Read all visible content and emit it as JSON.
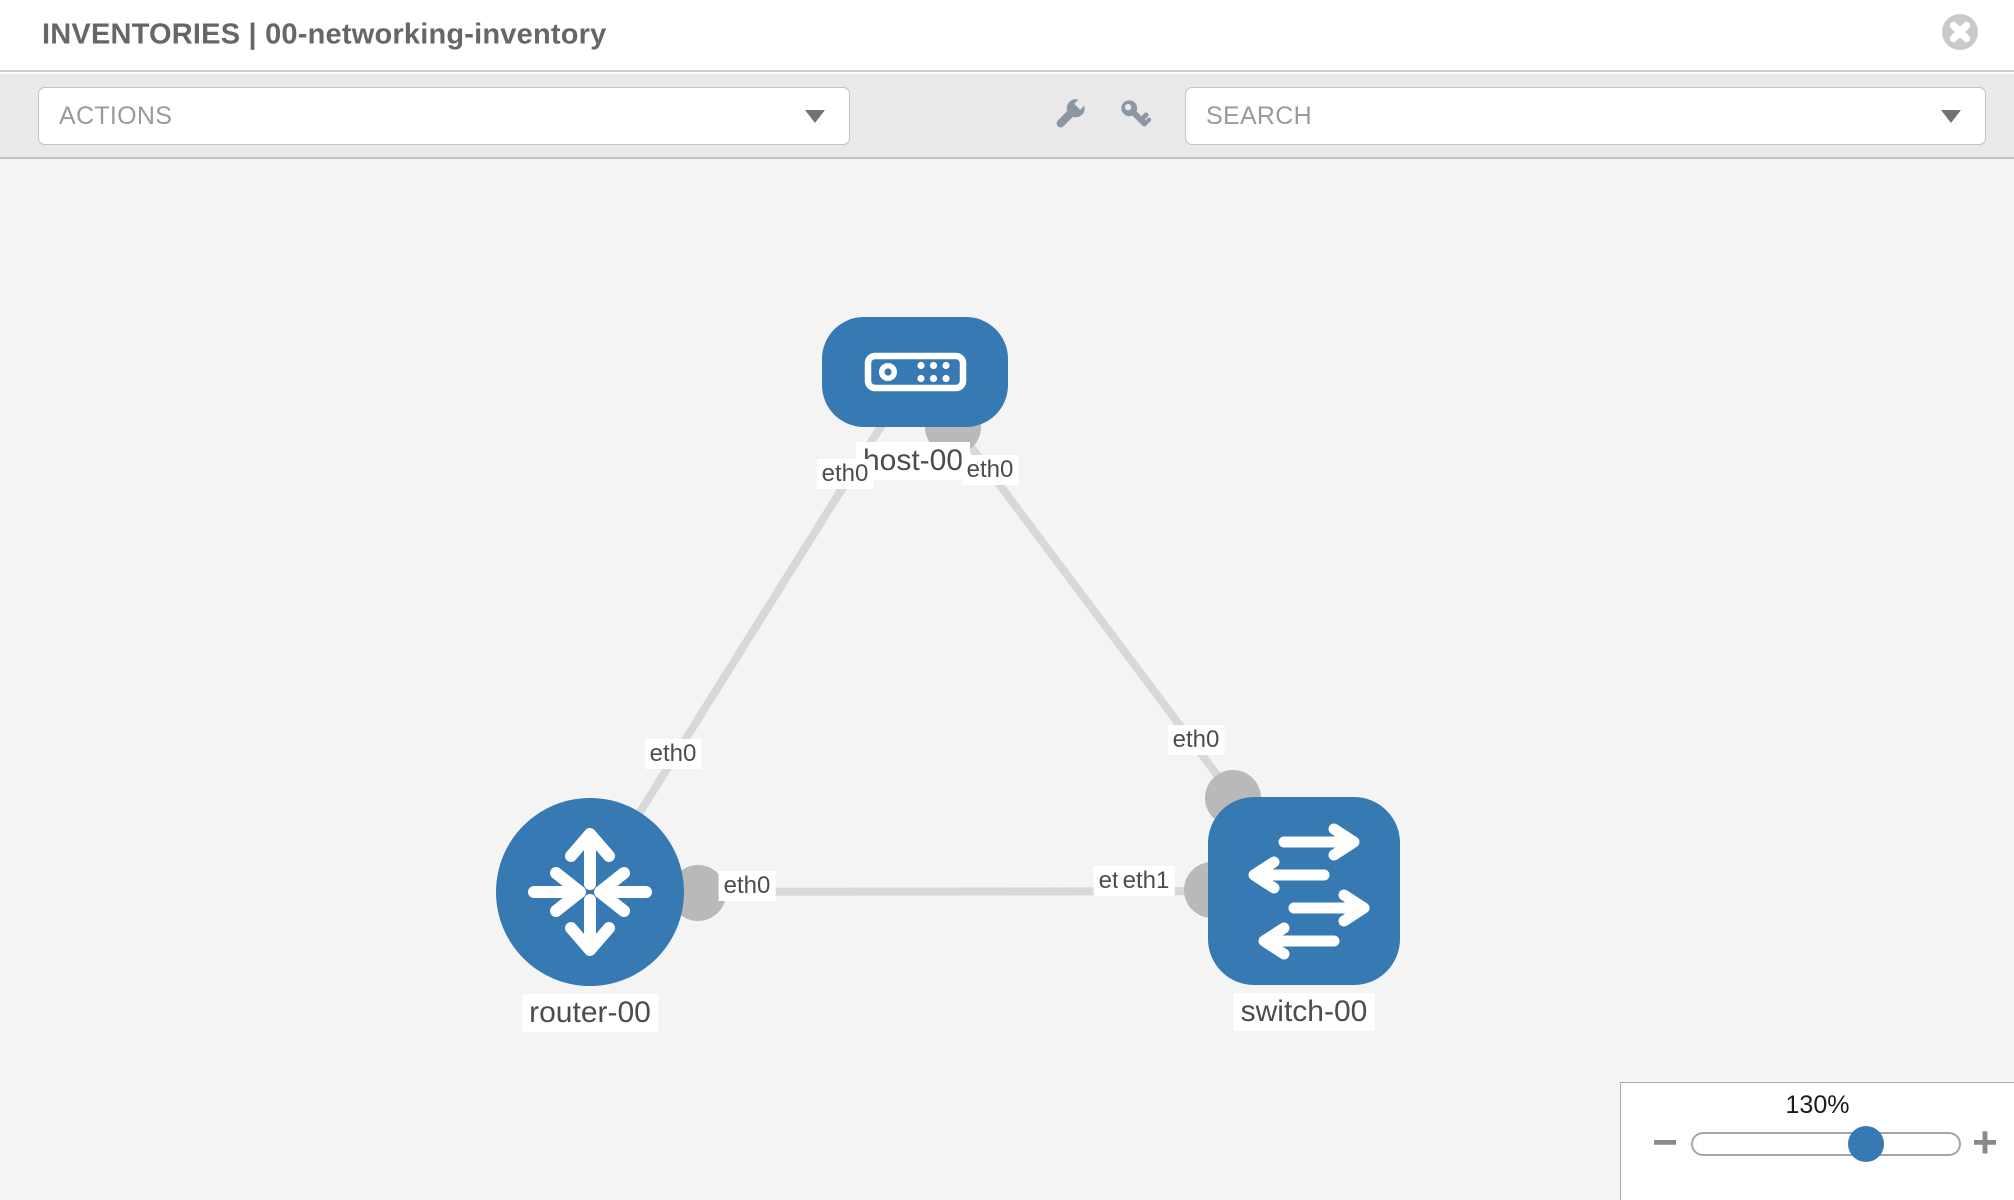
{
  "header": {
    "title": "INVENTORIES | 00-networking-inventory"
  },
  "toolbar": {
    "actions_placeholder": "ACTIONS",
    "search_placeholder": "SEARCH"
  },
  "topology": {
    "nodes": [
      {
        "name": "host-00",
        "type": "host",
        "shape": "rounded-rect"
      },
      {
        "name": "router-00",
        "type": "router",
        "shape": "circle"
      },
      {
        "name": "switch-00",
        "type": "switch",
        "shape": "rounded-square"
      }
    ],
    "links": [
      {
        "from": "host-00",
        "to": "router-00"
      },
      {
        "from": "host-00",
        "to": "switch-00"
      },
      {
        "from": "router-00",
        "to": "switch-00"
      }
    ],
    "interface_labels": {
      "host_left": "eth0",
      "host_right": "eth0",
      "host_router_mid": "eth0",
      "router_right": "eth0",
      "switch_top": "eth0",
      "switch_left_back": "eth0",
      "switch_left_front": "eth1"
    }
  },
  "zoom_control": {
    "level": "130%",
    "minus_label": "−",
    "plus_label": "+"
  },
  "colors": {
    "node_blue": "#3679b3",
    "link_gray": "#d8d8d8",
    "connector_gray": "#b9b9b9",
    "toolbar_icon_gray": "#8d96a3",
    "canvas_bg": "#f4f4f4"
  }
}
